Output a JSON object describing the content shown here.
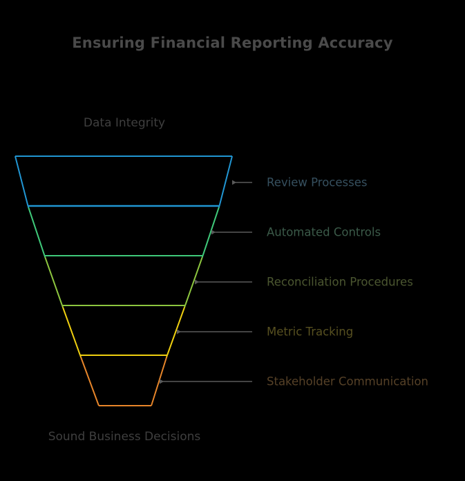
{
  "chart": {
    "title": "Ensuring Financial Reporting Accuracy",
    "top_label": "Data Integrity",
    "bottom_label": "Sound Business Decisions"
  },
  "chart_data": {
    "type": "funnel",
    "title": "Ensuring Financial Reporting Accuracy",
    "top_label": "Data Integrity",
    "bottom_label": "Sound Business Decisions",
    "orientation": "vertical-descending",
    "fill": "none",
    "stroke_only": true,
    "background": "#000000",
    "stages": [
      {
        "label": "Review Processes",
        "color": "#2196d3",
        "label_color": "#36505f",
        "index": 1,
        "top_width": 314,
        "bottom_width": 275,
        "connector": "arrow-left"
      },
      {
        "label": "Automated Controls",
        "color": "#3fc97a",
        "label_color": "#3b5a49",
        "index": 2,
        "top_width": 275,
        "bottom_width": 227,
        "connector": "arrow-left"
      },
      {
        "label": "Reconciliation Procedures",
        "color": "#8dc63f",
        "label_color": "#4b5630",
        "index": 3,
        "top_width": 227,
        "bottom_width": 176,
        "connector": "arrow-left"
      },
      {
        "label": "Metric Tracking",
        "color": "#f0d010",
        "label_color": "#575020",
        "index": 4,
        "top_width": 176,
        "bottom_width": 124,
        "connector": "arrow-left"
      },
      {
        "label": "Stakeholder Communication",
        "color": "#e8862a",
        "label_color": "#564127",
        "index": 5,
        "top_width": 124,
        "bottom_width": 76,
        "connector": "arrow-left"
      }
    ],
    "connector_color": "#5a5a5a"
  }
}
